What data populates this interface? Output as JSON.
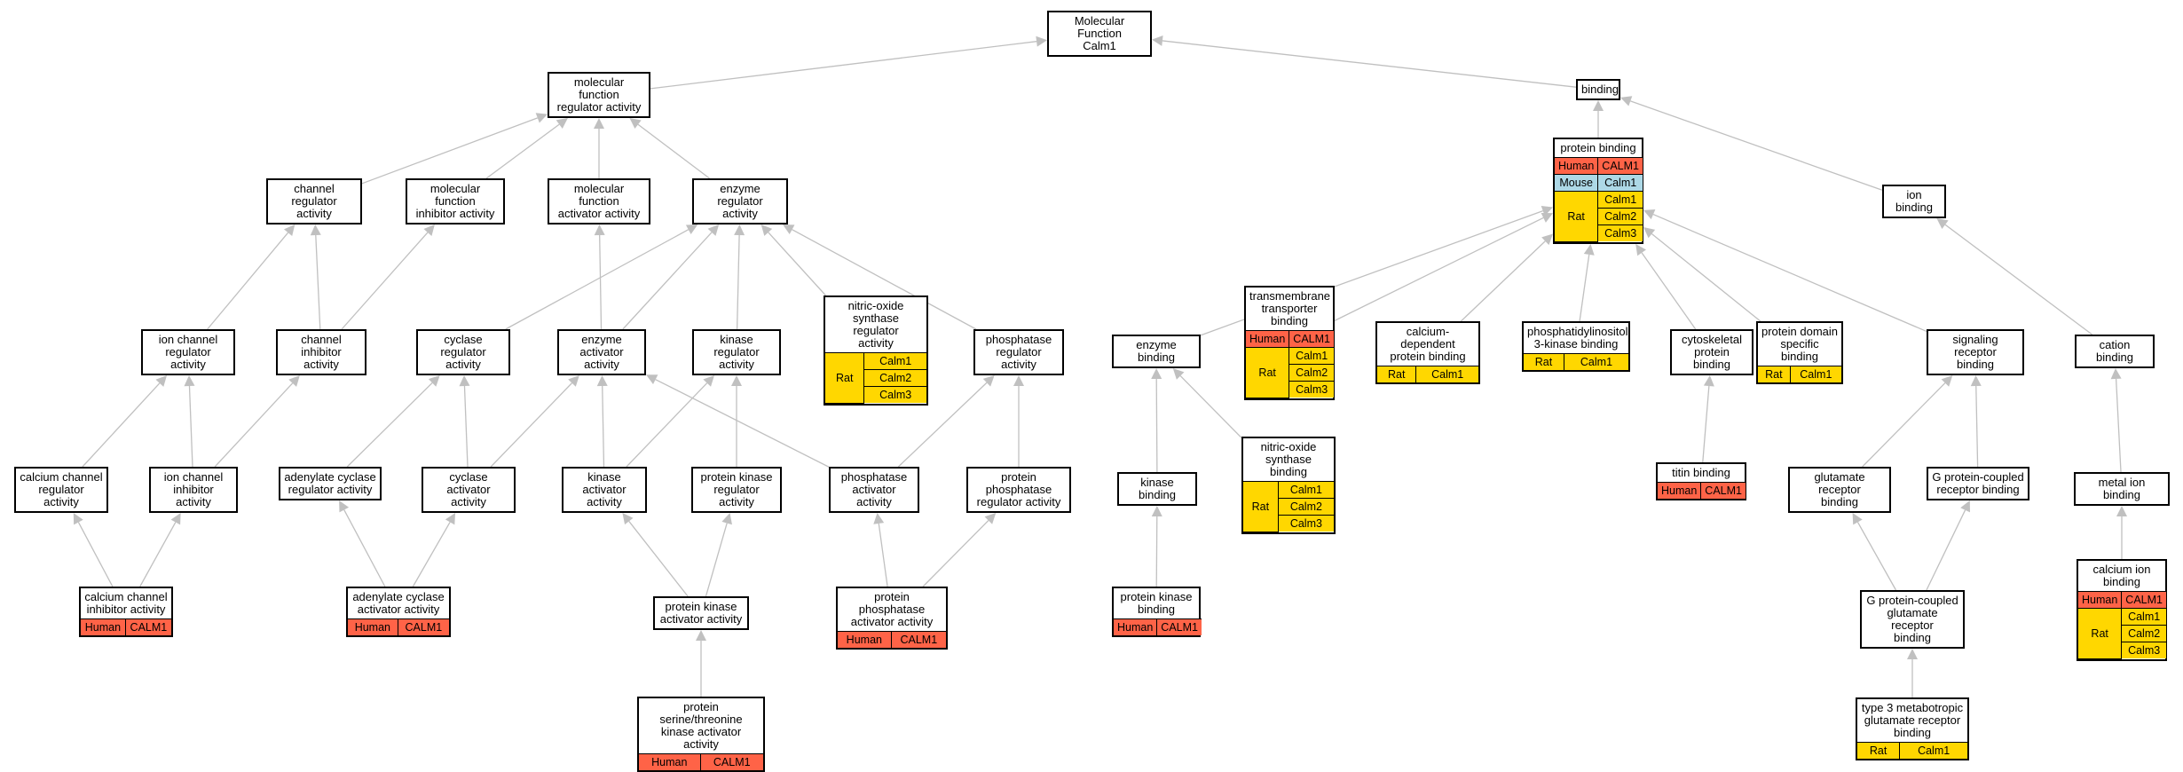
{
  "colors": {
    "edge": "#c0c0c0",
    "human": "#ff6347",
    "rat": "#ffd700",
    "mouse": "#add8e6"
  },
  "nodes": {
    "root": {
      "label": "Molecular Function\nCalm1"
    },
    "mfra": {
      "label": "molecular function\nregulator activity"
    },
    "binding": {
      "label": "binding"
    },
    "chra": {
      "label": "channel regulator\nactivity"
    },
    "mfia": {
      "label": "molecular function\ninhibitor activity"
    },
    "mfaa": {
      "label": "molecular function\nactivator activity"
    },
    "era": {
      "label": "enzyme regulator\nactivity"
    },
    "pb": {
      "label": "protein binding",
      "ann": [
        {
          "species": "Human",
          "genes": [
            "CALM1"
          ]
        },
        {
          "species": "Mouse",
          "genes": [
            "Calm1"
          ]
        },
        {
          "species": "Rat",
          "genes": [
            "Calm1",
            "Calm2",
            "Calm3"
          ]
        }
      ]
    },
    "ionb": {
      "label": "ion binding"
    },
    "icra": {
      "label": "ion channel\nregulator activity"
    },
    "chia": {
      "label": "channel inhibitor\nactivity"
    },
    "cyra": {
      "label": "cyclase regulator\nactivity"
    },
    "eaa": {
      "label": "enzyme activator\nactivity"
    },
    "kra": {
      "label": "kinase regulator\nactivity"
    },
    "nosra": {
      "label": "nitric-oxide\nsynthase regulator\nactivity",
      "ann": [
        {
          "species": "Rat",
          "genes": [
            "Calm1",
            "Calm2",
            "Calm3"
          ]
        }
      ]
    },
    "phra": {
      "label": "phosphatase\nregulator activity"
    },
    "enzb": {
      "label": "enzyme binding"
    },
    "ttb": {
      "label": "transmembrane\ntransporter\nbinding",
      "ann": [
        {
          "species": "Human",
          "genes": [
            "CALM1"
          ]
        },
        {
          "species": "Rat",
          "genes": [
            "Calm1",
            "Calm2",
            "Calm3"
          ]
        }
      ]
    },
    "cdpb": {
      "label": "calcium-dependent\nprotein binding",
      "ann": [
        {
          "species": "Rat",
          "genes": [
            "Calm1"
          ]
        }
      ]
    },
    "pi3kb": {
      "label": "phosphatidylinositol\n3-kinase binding",
      "ann": [
        {
          "species": "Rat",
          "genes": [
            "Calm1"
          ]
        }
      ]
    },
    "cypb": {
      "label": "cytoskeletal\nprotein binding"
    },
    "pdsb": {
      "label": "protein domain\nspecific binding",
      "ann": [
        {
          "species": "Rat",
          "genes": [
            "Calm1"
          ]
        }
      ]
    },
    "srb": {
      "label": "signaling receptor\nbinding"
    },
    "catb": {
      "label": "cation binding"
    },
    "ccra": {
      "label": "calcium channel\nregulator activity"
    },
    "icia": {
      "label": "ion channel\ninhibitor activity"
    },
    "acra": {
      "label": "adenylate cyclase\nregulator activity"
    },
    "cyaa": {
      "label": "cyclase activator\nactivity"
    },
    "kaa": {
      "label": "kinase activator\nactivity"
    },
    "pkra": {
      "label": "protein kinase\nregulator activity"
    },
    "phaa": {
      "label": "phosphatase\nactivator activity"
    },
    "ppra": {
      "label": "protein phosphatase\nregulator activity"
    },
    "kinb": {
      "label": "kinase binding"
    },
    "nosb": {
      "label": "nitric-oxide\nsynthase binding",
      "ann": [
        {
          "species": "Rat",
          "genes": [
            "Calm1",
            "Calm2",
            "Calm3"
          ]
        }
      ]
    },
    "titb": {
      "label": "titin binding",
      "ann": [
        {
          "species": "Human",
          "genes": [
            "CALM1"
          ]
        }
      ]
    },
    "grb": {
      "label": "glutamate receptor\nbinding"
    },
    "gpcrb": {
      "label": "G protein-coupled\nreceptor binding"
    },
    "mib": {
      "label": "metal ion binding"
    },
    "ccia": {
      "label": "calcium channel\ninhibitor activity",
      "ann": [
        {
          "species": "Human",
          "genes": [
            "CALM1"
          ]
        }
      ]
    },
    "acaa": {
      "label": "adenylate cyclase\nactivator activity",
      "ann": [
        {
          "species": "Human",
          "genes": [
            "CALM1"
          ]
        }
      ]
    },
    "pkaa": {
      "label": "protein kinase\nactivator activity"
    },
    "ppaa": {
      "label": "protein phosphatase\nactivator activity",
      "ann": [
        {
          "species": "Human",
          "genes": [
            "CALM1"
          ]
        }
      ]
    },
    "pkb": {
      "label": "protein kinase\nbinding",
      "ann": [
        {
          "species": "Human",
          "genes": [
            "CALM1"
          ]
        }
      ]
    },
    "gpcgrb": {
      "label": "G protein-coupled\nglutamate receptor\nbinding"
    },
    "cib": {
      "label": "calcium ion\nbinding",
      "ann": [
        {
          "species": "Human",
          "genes": [
            "CALM1"
          ]
        },
        {
          "species": "Rat",
          "genes": [
            "Calm1",
            "Calm2",
            "Calm3"
          ]
        }
      ]
    },
    "pstkaa": {
      "label": "protein serine/threonine\nkinase activator\nactivity",
      "ann": [
        {
          "species": "Human",
          "genes": [
            "CALM1"
          ]
        }
      ]
    },
    "t3mgrb": {
      "label": "type 3 metabotropic\nglutamate receptor\nbinding",
      "ann": [
        {
          "species": "Rat",
          "genes": [
            "Calm1"
          ]
        }
      ]
    }
  },
  "edges": [
    [
      "mfra",
      "root"
    ],
    [
      "binding",
      "root"
    ],
    [
      "chra",
      "mfra"
    ],
    [
      "mfia",
      "mfra"
    ],
    [
      "mfaa",
      "mfra"
    ],
    [
      "era",
      "mfra"
    ],
    [
      "pb",
      "binding"
    ],
    [
      "ionb",
      "binding"
    ],
    [
      "icra",
      "chra"
    ],
    [
      "chia",
      "chra"
    ],
    [
      "chia",
      "mfia"
    ],
    [
      "eaa",
      "mfaa"
    ],
    [
      "eaa",
      "era"
    ],
    [
      "cyra",
      "era"
    ],
    [
      "kra",
      "era"
    ],
    [
      "nosra",
      "era"
    ],
    [
      "phra",
      "era"
    ],
    [
      "ccra",
      "icra"
    ],
    [
      "icia",
      "icra"
    ],
    [
      "icia",
      "chia"
    ],
    [
      "acra",
      "cyra"
    ],
    [
      "cyaa",
      "cyra"
    ],
    [
      "cyaa",
      "eaa"
    ],
    [
      "kaa",
      "eaa"
    ],
    [
      "kaa",
      "kra"
    ],
    [
      "phaa",
      "eaa"
    ],
    [
      "phaa",
      "phra"
    ],
    [
      "pkra",
      "kra"
    ],
    [
      "ppra",
      "phra"
    ],
    [
      "ccia",
      "ccra"
    ],
    [
      "ccia",
      "icia"
    ],
    [
      "acaa",
      "acra"
    ],
    [
      "acaa",
      "cyaa"
    ],
    [
      "pkaa",
      "kaa"
    ],
    [
      "pkaa",
      "pkra"
    ],
    [
      "ppaa",
      "phaa"
    ],
    [
      "ppaa",
      "ppra"
    ],
    [
      "pstkaa",
      "pkaa"
    ],
    [
      "enzb",
      "pb"
    ],
    [
      "ttb",
      "pb"
    ],
    [
      "cdpb",
      "pb"
    ],
    [
      "pi3kb",
      "pb"
    ],
    [
      "cypb",
      "pb"
    ],
    [
      "pdsb",
      "pb"
    ],
    [
      "srb",
      "pb"
    ],
    [
      "catb",
      "ionb"
    ],
    [
      "kinb",
      "enzb"
    ],
    [
      "nosb",
      "enzb"
    ],
    [
      "pkb",
      "kinb"
    ],
    [
      "titb",
      "cypb"
    ],
    [
      "grb",
      "srb"
    ],
    [
      "gpcrb",
      "srb"
    ],
    [
      "gpcgrb",
      "grb"
    ],
    [
      "gpcgrb",
      "gpcrb"
    ],
    [
      "t3mgrb",
      "gpcgrb"
    ],
    [
      "mib",
      "catb"
    ],
    [
      "cib",
      "mib"
    ]
  ]
}
